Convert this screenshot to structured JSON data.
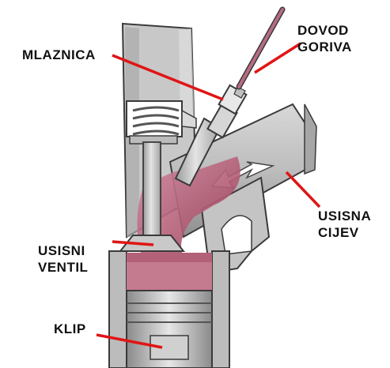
{
  "labels": {
    "mlaznica": "MLAZNICA",
    "dovod_line1": "DOVOD",
    "dovod_line2": "GORIVA",
    "usisna_line1": "USISNA",
    "usisna_line2": "CIJEV",
    "usisni_line1": "USISNI",
    "usisni_line2": "VENTIL",
    "klip": "KLIP"
  },
  "colors": {
    "pointer": "#e01515",
    "metal": "#c9c9c9",
    "metal_dark": "#7a7a7a",
    "mixture": "#b85a72",
    "outline": "#3a3a3a"
  }
}
